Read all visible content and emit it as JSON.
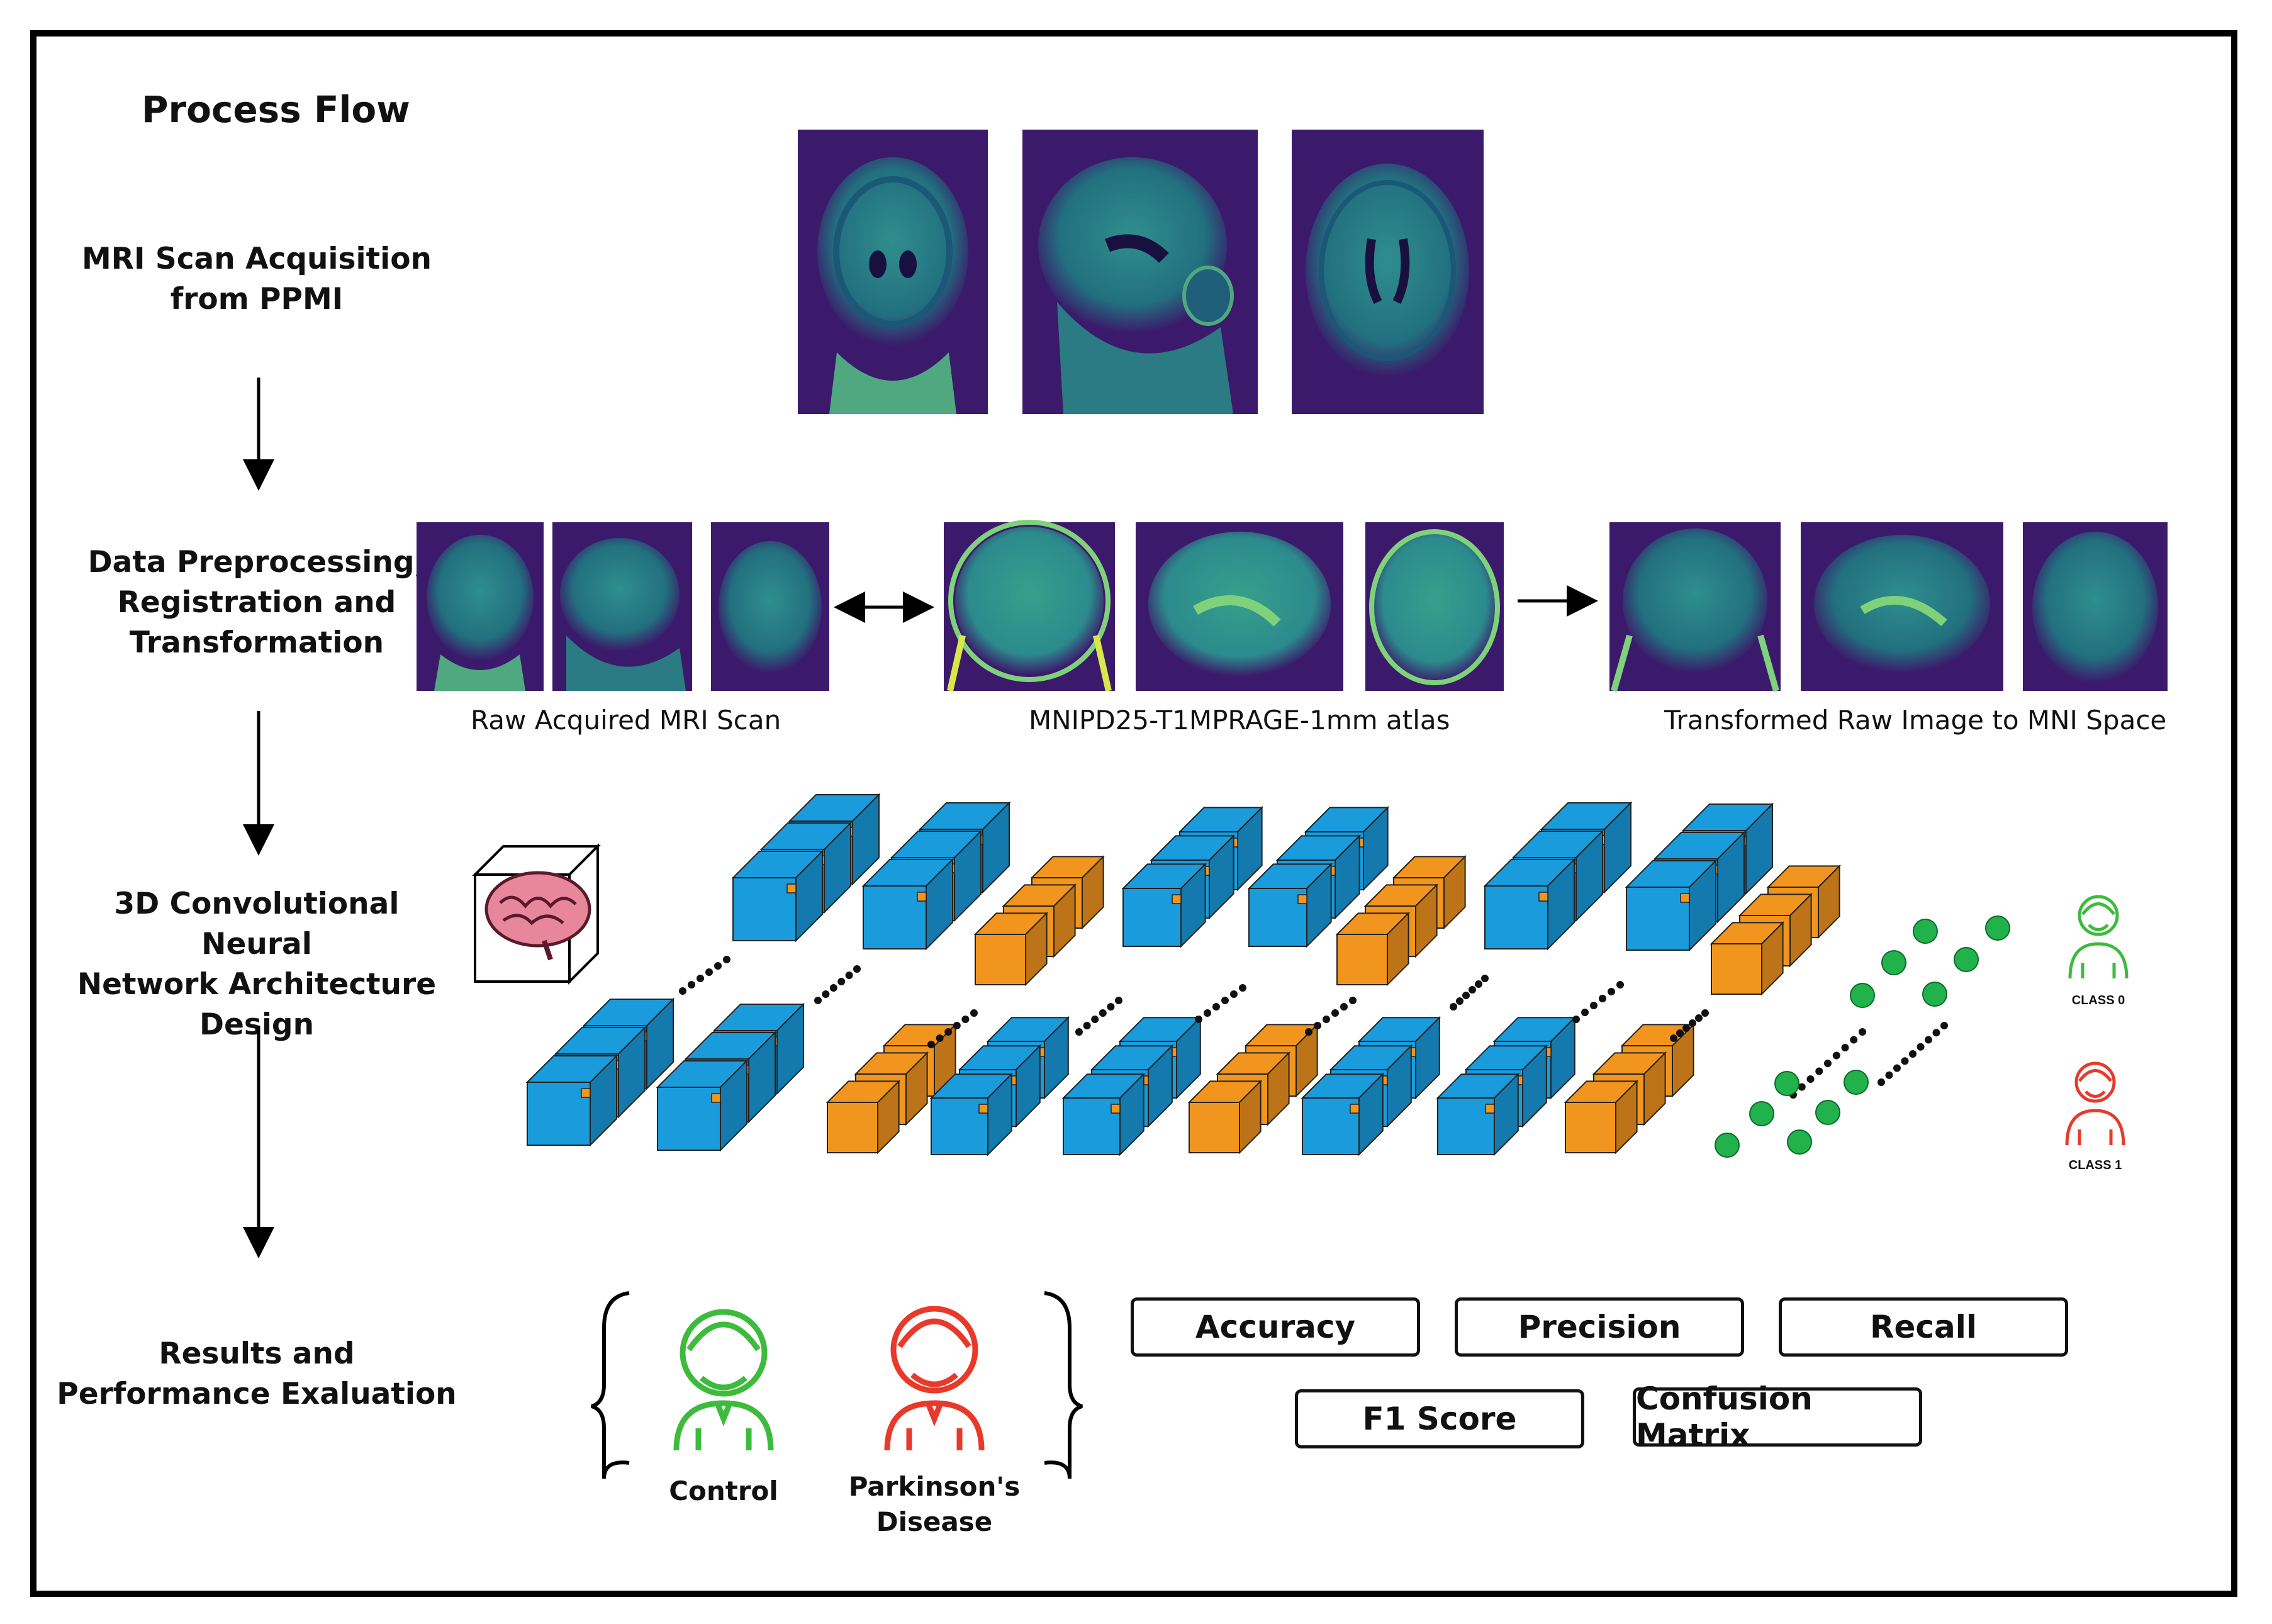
{
  "title": "Process Flow",
  "steps": [
    {
      "line1": "MRI Scan Acquisition",
      "line2": "from PPMI",
      "line3": ""
    },
    {
      "line1": "Data Preprocessing,",
      "line2": "Registration and",
      "line3": "Transformation"
    },
    {
      "line1": "3D Convolutional Neural",
      "line2": "Network Architecture",
      "line3": "Design"
    },
    {
      "line1": "Results and",
      "line2": "Performance Exaluation",
      "line3": ""
    }
  ],
  "captions": {
    "raw": "Raw Acquired MRI Scan",
    "atlas": "MNIPD25-T1MPRAGE-1mm atlas",
    "transformed": "Transformed Raw Image to MNI Space"
  },
  "classes": {
    "class0": "CLASS 0",
    "class1": "CLASS 1"
  },
  "results": {
    "control": "Control",
    "pd_line1": "Parkinson's",
    "pd_line2": "Disease"
  },
  "metrics": [
    "Accuracy",
    "Precision",
    "Recall",
    "F1 Score",
    "Confusion Matrix"
  ],
  "colors": {
    "mri_bg": "#3b1a6b",
    "mri_tissue": "#2c8a8c",
    "mri_bright": "#7fd27a",
    "cube_blue": "#1a9bdc",
    "cube_orange": "#f2951f",
    "neuron_green": "#22b24c",
    "control_green": "#3dbb3d",
    "pd_red": "#e8392a",
    "brain_pink": "#e8879c"
  },
  "icons": [
    "brain-icon",
    "person-icon"
  ]
}
